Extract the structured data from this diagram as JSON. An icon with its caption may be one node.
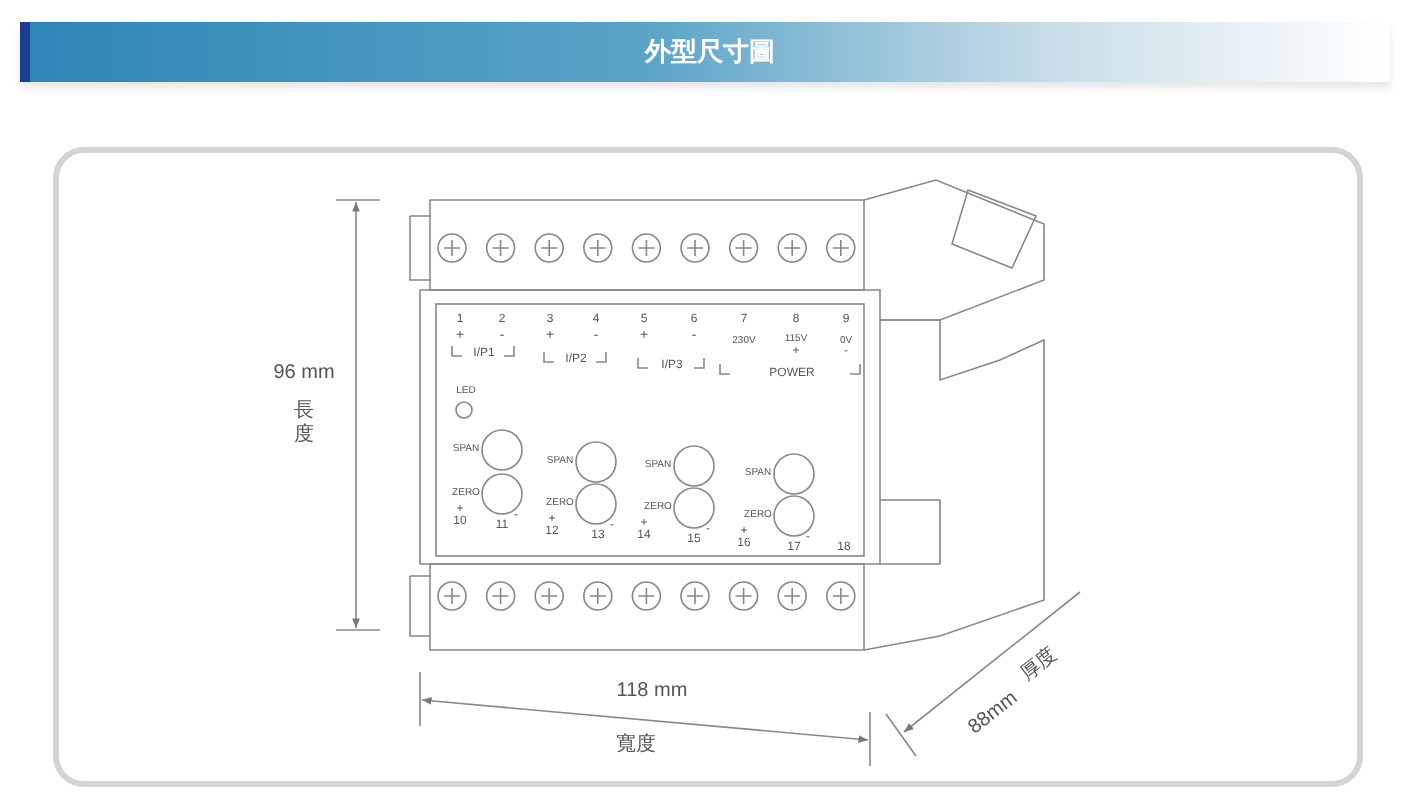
{
  "diagram": {
    "title": "外型尺寸圖",
    "labels": [
      "96 mm",
      "長度",
      "1",
      "2",
      "3",
      "4",
      "5",
      "6",
      "7",
      "8",
      "9",
      "+",
      "-",
      "+",
      "-",
      "+",
      "-",
      "230V",
      "115V",
      "0V",
      "+",
      "-",
      "I/P1",
      "I/P2",
      "I/P3",
      "POWER",
      "LED",
      "SPAN",
      "SPAN",
      "SPAN",
      "SPAN",
      "ZERO",
      "ZERO",
      "ZERO",
      "ZERO",
      "+",
      "10",
      "-",
      "11",
      "+",
      "12",
      "-",
      "13",
      "+",
      "14",
      "-",
      "15",
      "+",
      "16",
      "-",
      "17",
      "18",
      "118 mm",
      "寬度",
      "88mm",
      "厚度"
    ]
  }
}
